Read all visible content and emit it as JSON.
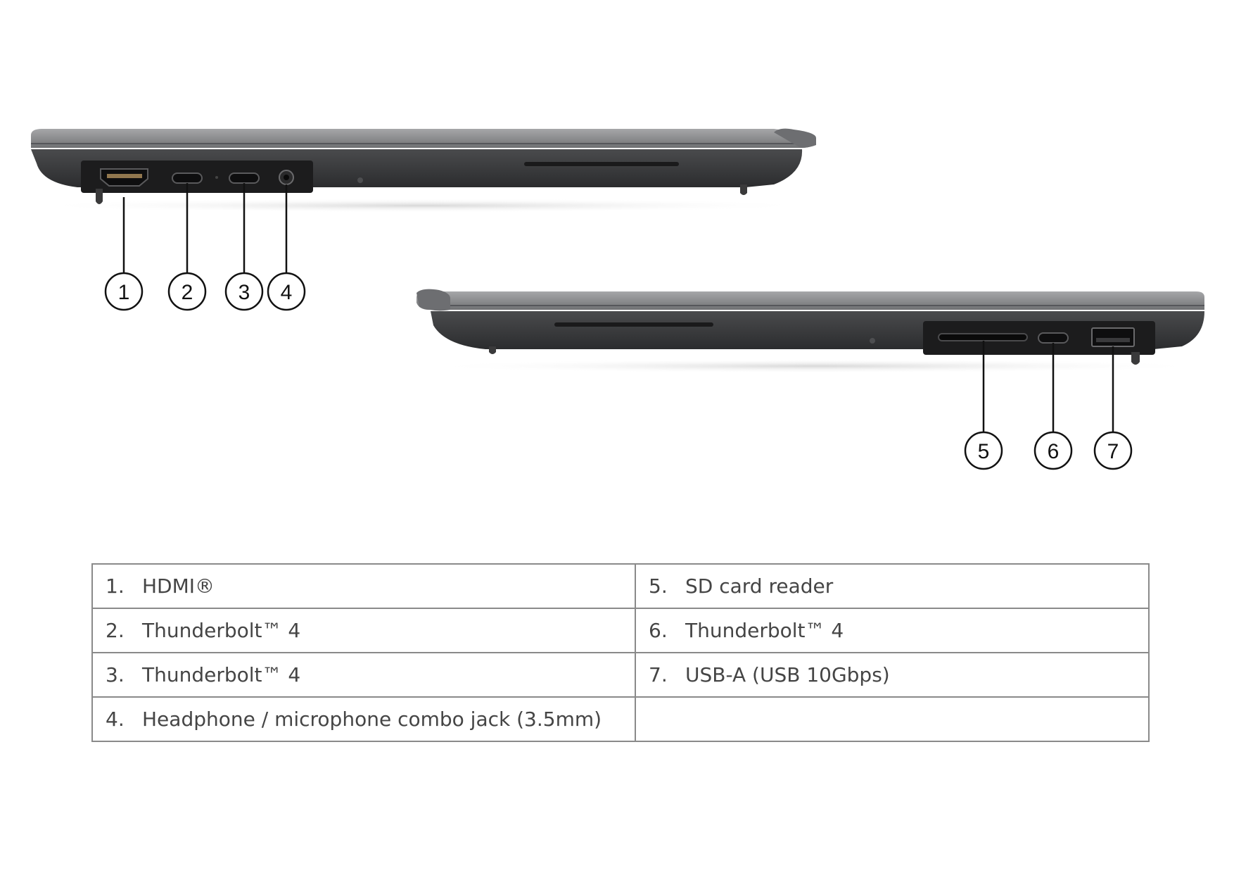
{
  "colors": {
    "lid": "#8b8c8e",
    "lid_highlight": "#a9aaac",
    "base": "#333436",
    "port_dark": "#161617",
    "callout_line": "#111111",
    "table_border": "#8a8a8a",
    "text": "#454545"
  },
  "left_view": {
    "callouts": [
      {
        "number": "1",
        "port_icon": "hdmi-port-icon"
      },
      {
        "number": "2",
        "port_icon": "usb-c-port-icon"
      },
      {
        "number": "3",
        "port_icon": "usb-c-port-icon"
      },
      {
        "number": "4",
        "port_icon": "audio-jack-icon"
      }
    ]
  },
  "right_view": {
    "callouts": [
      {
        "number": "5",
        "port_icon": "sd-card-slot-icon"
      },
      {
        "number": "6",
        "port_icon": "usb-c-port-icon"
      },
      {
        "number": "7",
        "port_icon": "usb-a-port-icon"
      }
    ]
  },
  "ports_table": {
    "rows": [
      {
        "left": {
          "num": "1.",
          "label": "HDMI®"
        },
        "right": {
          "num": "5.",
          "label": "SD card reader"
        }
      },
      {
        "left": {
          "num": "2.",
          "label": "Thunderbolt™ 4"
        },
        "right": {
          "num": "6.",
          "label": "Thunderbolt™ 4"
        }
      },
      {
        "left": {
          "num": "3.",
          "label": "Thunderbolt™ 4"
        },
        "right": {
          "num": "7.",
          "label": "USB-A (USB 10Gbps)"
        }
      },
      {
        "left": {
          "num": "4.",
          "label": "Headphone / microphone combo jack (3.5mm)"
        },
        "right": {
          "num": "",
          "label": ""
        }
      }
    ]
  }
}
